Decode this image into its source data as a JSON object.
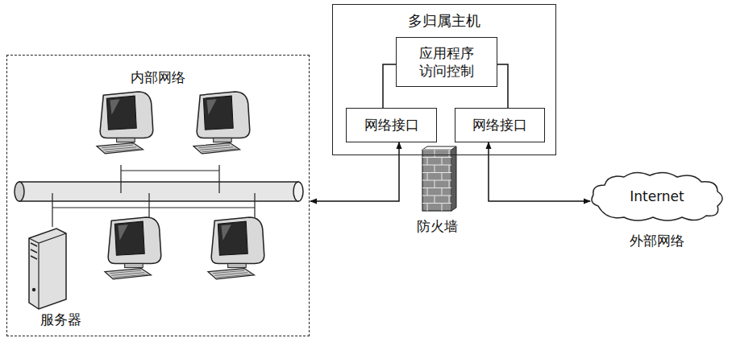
{
  "diagram": {
    "nodes": [
      {
        "text": [
          "内部网络"
        ]
      },
      {
        "text": [
          "多归属主机"
        ]
      },
      {
        "text": [
          "应用程序 访问控制"
        ],
        "in": 1
      },
      {
        "text": [
          "网络接口"
        ],
        "in": 1
      },
      {
        "text": [
          "网络接口"
        ],
        "in": 1
      },
      {
        "text": [
          "Internet",
          "外部网络"
        ]
      }
    ],
    "edges": [
      {
        "from": 2,
        "to": 3,
        "arrow": "none"
      },
      {
        "from": 2,
        "to": 4,
        "arrow": "none"
      },
      {
        "from": 0,
        "to": 3,
        "arrow": "both"
      },
      {
        "from": 4,
        "to": 5,
        "arrow": "both"
      }
    ],
    "labels": [
      "服务器",
      "防火墙"
    ]
  }
}
